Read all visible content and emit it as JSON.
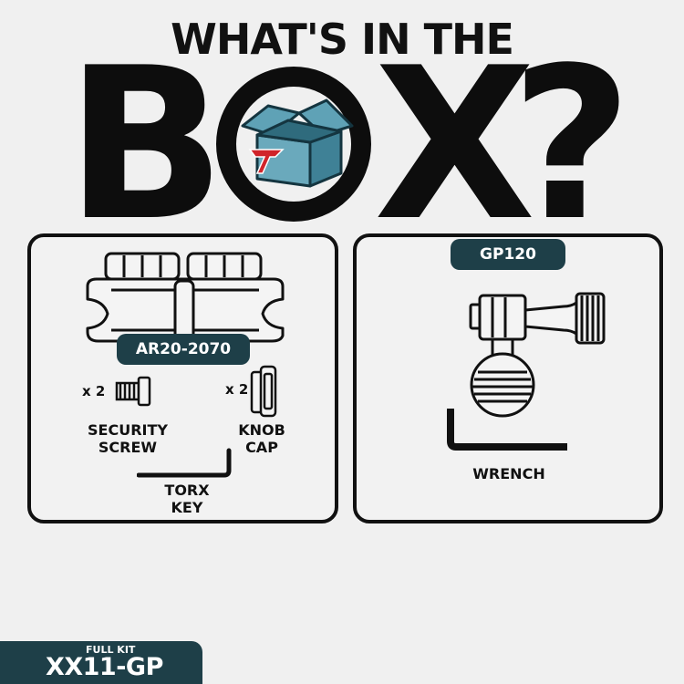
{
  "header": {
    "line1": "WHAT'S IN THE",
    "big_b": "B",
    "big_x": "X",
    "big_q": "?"
  },
  "left_panel": {
    "product_pill": "AR20-2070",
    "items": [
      {
        "qty": "x 2",
        "label_line1": "SECURITY",
        "label_line2": "SCREW"
      },
      {
        "qty": "x 2",
        "label_line1": "KNOB",
        "label_line2": "CAP"
      },
      {
        "label_line1": "TORX",
        "label_line2": "KEY"
      }
    ]
  },
  "right_panel": {
    "product_pill": "GP120",
    "items": [
      {
        "label_line1": "WRENCH"
      }
    ]
  },
  "footer": {
    "kit_label": "FULL KIT",
    "kit_code": "XX11-GP"
  },
  "colors": {
    "accent": "#1e3f48",
    "box_blue": "#4e93a8",
    "logo_red": "#d0242a",
    "text": "#111111",
    "background": "#f0f0f0"
  },
  "icons": [
    "open-box-icon",
    "brand-logo-icon",
    "double-socket-arm-icon",
    "security-screw-icon",
    "knob-cap-icon",
    "torx-key-icon",
    "gopro-adapter-icon",
    "wrench-icon"
  ]
}
